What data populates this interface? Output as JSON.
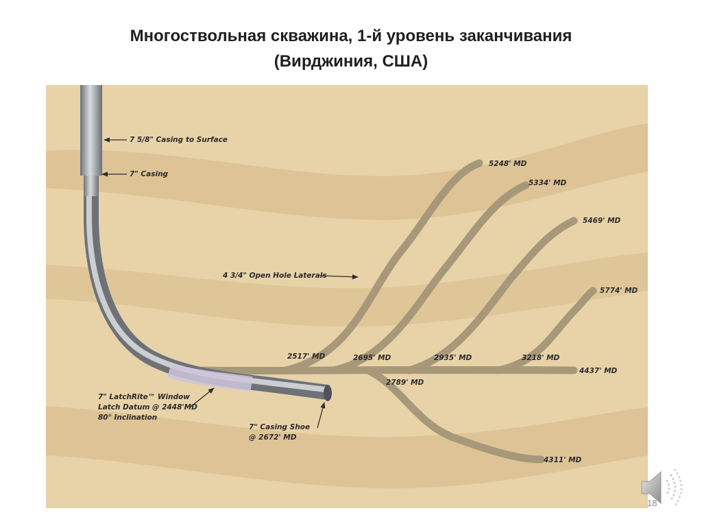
{
  "slide": {
    "title_line1": "Многоствольная скважина, 1-й уровень заканчивания",
    "title_line2": "(Вирджиния, США)",
    "page_number": "18"
  },
  "diagram": {
    "labels": {
      "casing_surface": "7 5/8\" Casing to Surface",
      "casing_7": "7\" Casing",
      "open_hole_laterals": "4 3/4\" Open Hole Laterals",
      "window_line1": "7\" LatchRite™ Window",
      "window_line2": "Latch Datum @ 2448'MD",
      "window_line3": "80° Inclination",
      "shoe_line1": "7\" Casing Shoe",
      "shoe_line2": "@ 2672' MD",
      "k2517": "2517' MD",
      "k2695": "2695' MD",
      "k2935": "2935' MD",
      "k3218": "3218' MD",
      "k2789": "2789' MD",
      "end5248": "5248' MD",
      "end5334": "5334' MD",
      "end5469": "5469' MD",
      "end5774": "5774' MD",
      "end4437": "4437' MD",
      "end4311": "4311' MD"
    },
    "colors": {
      "background": "#e6cfa5",
      "band": "#dcc194",
      "lateral": "#a89a78",
      "pipe": "#9ea2a8",
      "window": "#c8bfd8"
    }
  },
  "icons": {
    "speaker": "speaker-icon"
  }
}
